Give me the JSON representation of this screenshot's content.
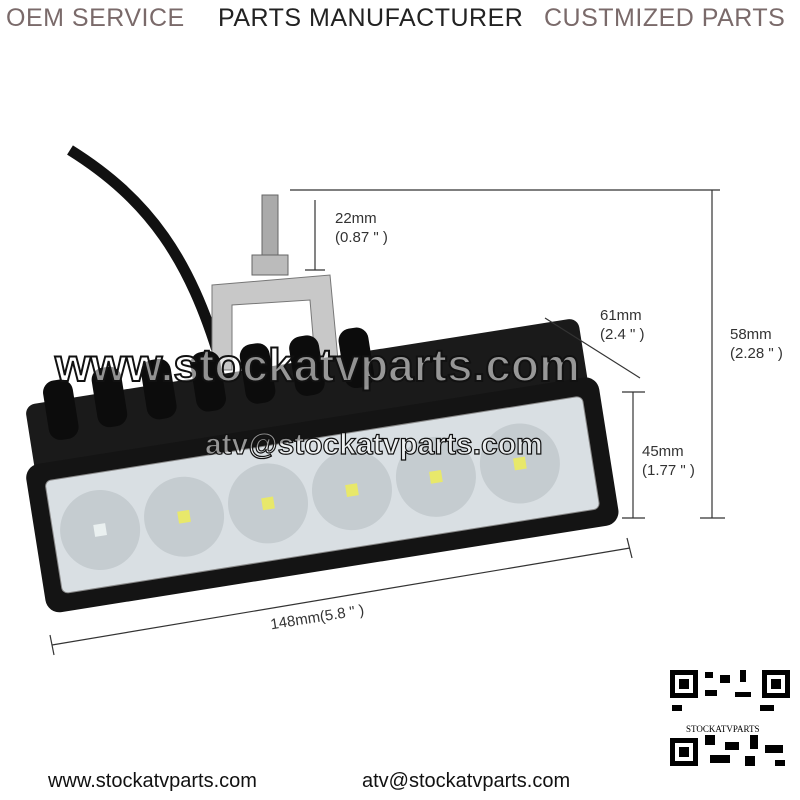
{
  "header": {
    "left": "OEM SERVICE",
    "center": "PARTS MANUFACTURER",
    "right": "CUSTMIZED PARTS"
  },
  "dimensions": {
    "bolt_mm": "22mm",
    "bolt_in": "(0.87 \" )",
    "depth_mm": "61mm",
    "depth_in": "(2.4 \" )",
    "total_height_mm": "58mm",
    "total_height_in": "(2.28 \" )",
    "face_height_mm": "45mm",
    "face_height_in": "(1.77 \" )",
    "length": "148mm(5.8 \" )"
  },
  "watermark": {
    "site": "www.stockatvparts.com",
    "email": "atv@stockatvparts.com"
  },
  "qr": {
    "label": "STOCKATVPARTS"
  },
  "footer": {
    "site": "www.stockatvparts.com",
    "email": "atv@stockatvparts.com"
  },
  "colors": {
    "header_muted": "#7a6a6a",
    "header_strong": "#222222",
    "housing": "#141414"
  }
}
